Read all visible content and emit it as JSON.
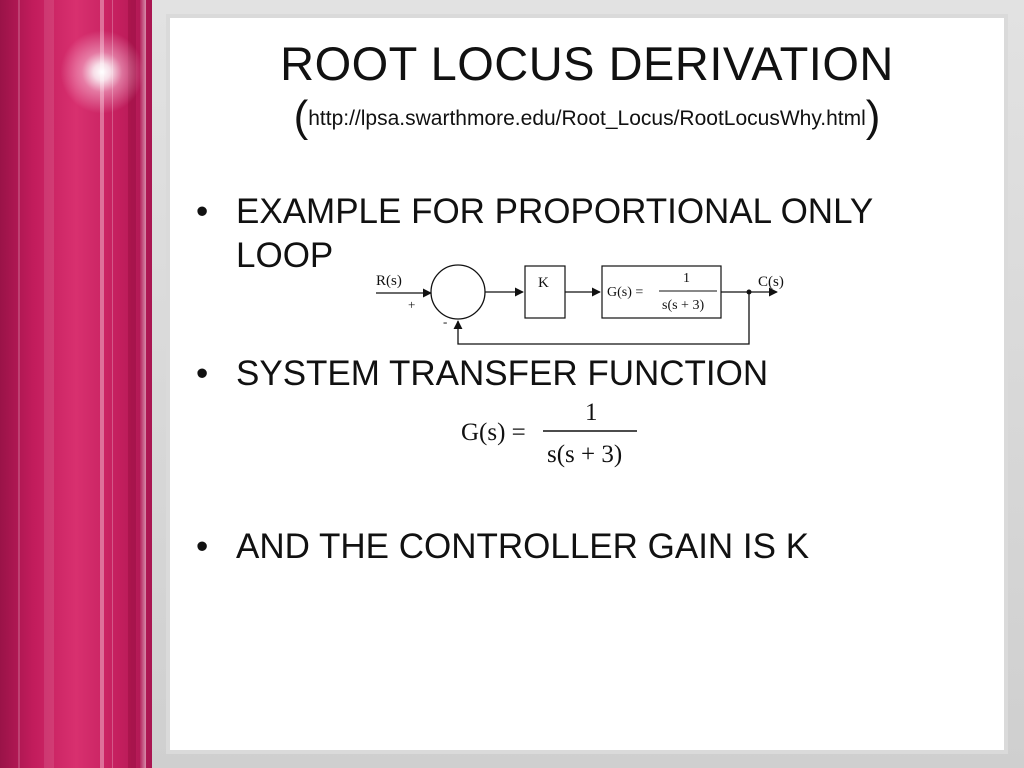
{
  "slide": {
    "title": "ROOT LOCUS DERIVATION",
    "subtitle_open": "(",
    "subtitle_url": "http://lpsa.swarthmore.edu/Root_Locus/RootLocusWhy.html",
    "subtitle_close": ")",
    "bullet_glyph": "•",
    "bullets": [
      "EXAMPLE FOR PROPORTIONAL ONLY LOOP",
      "SYSTEM TRANSFER FUNCTION",
      "AND THE CONTROLLER GAIN IS K"
    ]
  },
  "diagram": {
    "input_label": "R(s)",
    "plus_sign": "+",
    "minus_sign": "-",
    "gain_label": "K",
    "plant_prefix": "G(s) =",
    "plant_numerator": "1",
    "plant_denominator": "s(s + 3)",
    "output_label": "C(s)"
  },
  "formula": {
    "lhs": "G(s) =",
    "numerator": "1",
    "denominator": "s(s + 3)"
  },
  "colors": {
    "accent_band": "#c21c5c",
    "frame": "#dadada"
  }
}
